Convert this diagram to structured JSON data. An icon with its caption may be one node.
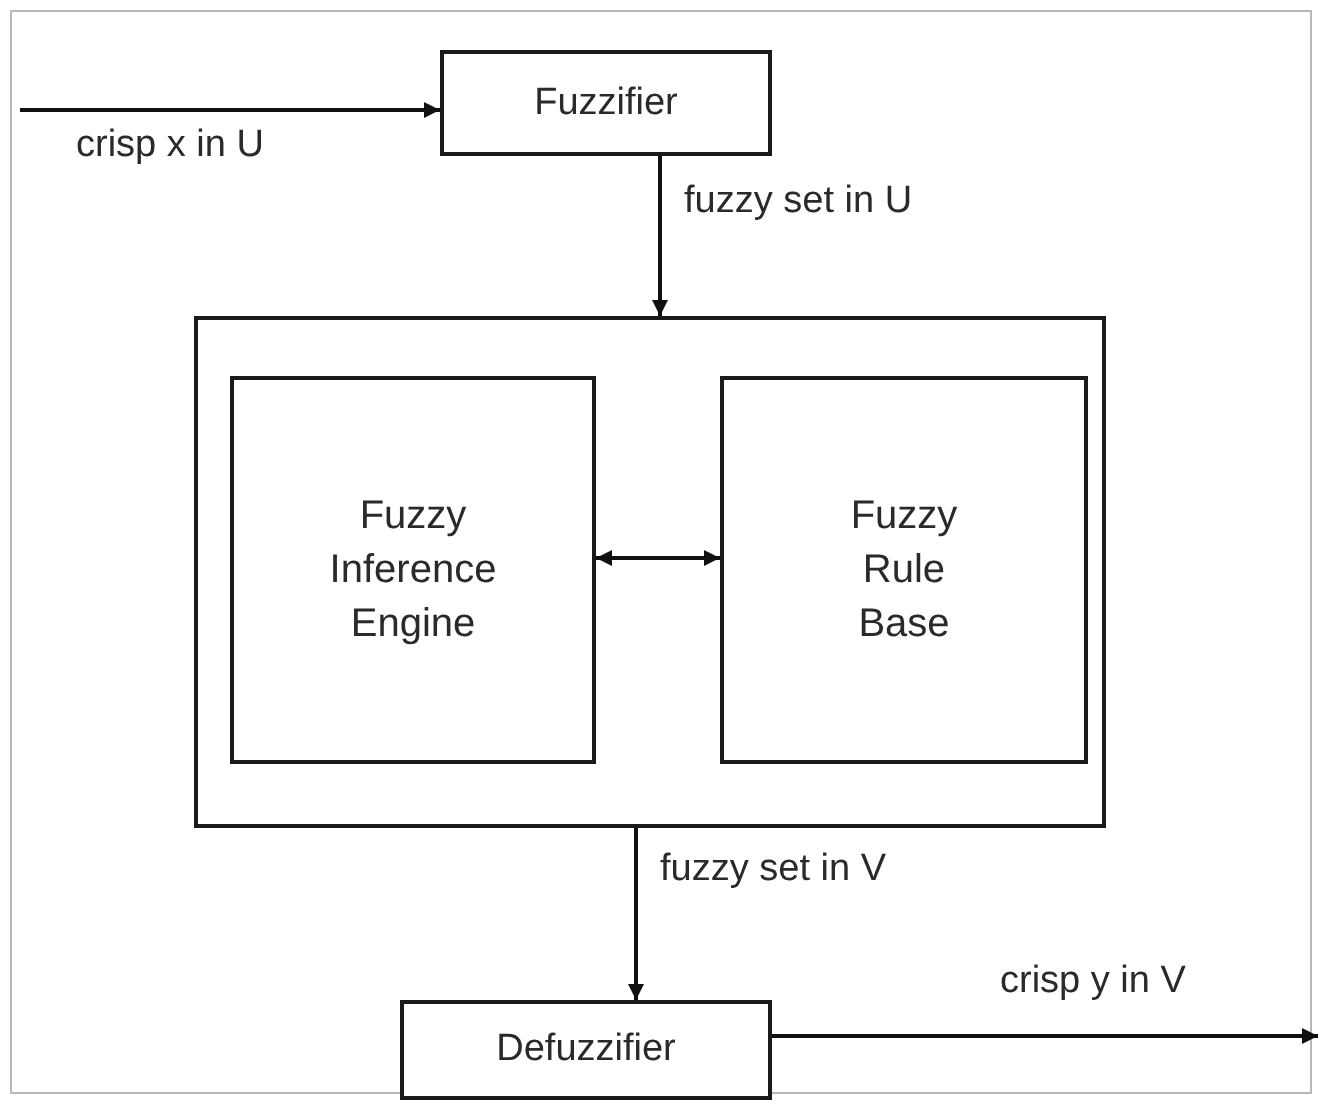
{
  "diagram": {
    "nodes": [
      {
        "text": [
          "Fuzzifier"
        ]
      },
      {
        "text": [],
        "shape": "box"
      },
      {
        "text": [
          "Fuzzy Inference Engine"
        ],
        "in": 1
      },
      {
        "text": [
          "Fuzzy Rule Base"
        ],
        "in": 1
      },
      {
        "text": [
          "Defuzzifier"
        ]
      }
    ],
    "edges": [
      {
        "from": null,
        "to": 0,
        "arrow": "to",
        "label": "crisp x in U"
      },
      {
        "from": 0,
        "to": 1,
        "arrow": "to",
        "label": "fuzzy set in U"
      },
      {
        "from": 2,
        "to": 3,
        "arrow": "both"
      },
      {
        "from": 1,
        "to": 4,
        "arrow": "to",
        "label": "fuzzy set in V"
      },
      {
        "from": 4,
        "to": null,
        "arrow": "to",
        "label": "crisp y in V"
      }
    ]
  }
}
